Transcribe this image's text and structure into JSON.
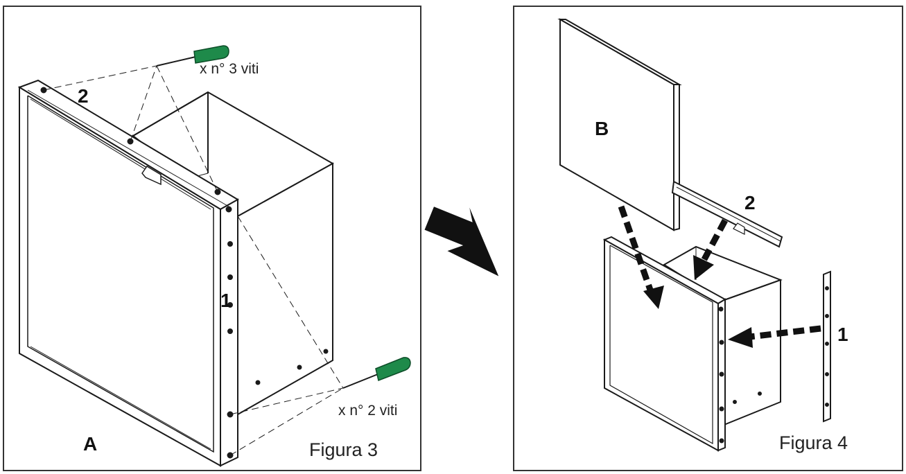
{
  "figure3": {
    "caption": "Figura 3",
    "label_a": "A",
    "label_1": "1",
    "label_2": "2",
    "screw_note_top": "x n° 3 viti",
    "screw_note_bottom": "x n° 2 viti"
  },
  "figure4": {
    "caption": "Figura 4",
    "label_b": "B",
    "label_1": "1",
    "label_2": "2"
  },
  "colors": {
    "line": "#1a1a1a",
    "screwdriver_handle": "#1e8a4a"
  }
}
